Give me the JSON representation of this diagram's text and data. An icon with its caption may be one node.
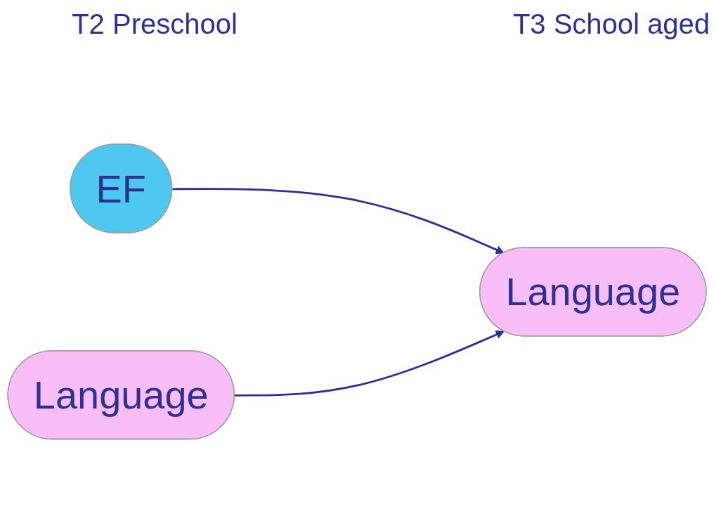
{
  "diagram": {
    "nodes": [
      {
        "text": [
          "EF"
        ]
      },
      {
        "text": [
          "Language"
        ]
      },
      {
        "text": [
          "Language"
        ]
      }
    ],
    "edges": [
      {
        "from": 0,
        "to": 2,
        "arrow": "to"
      },
      {
        "from": 1,
        "to": 2,
        "arrow": "to"
      }
    ],
    "labels": [
      "T2 Preschool",
      "T3 School aged"
    ]
  }
}
